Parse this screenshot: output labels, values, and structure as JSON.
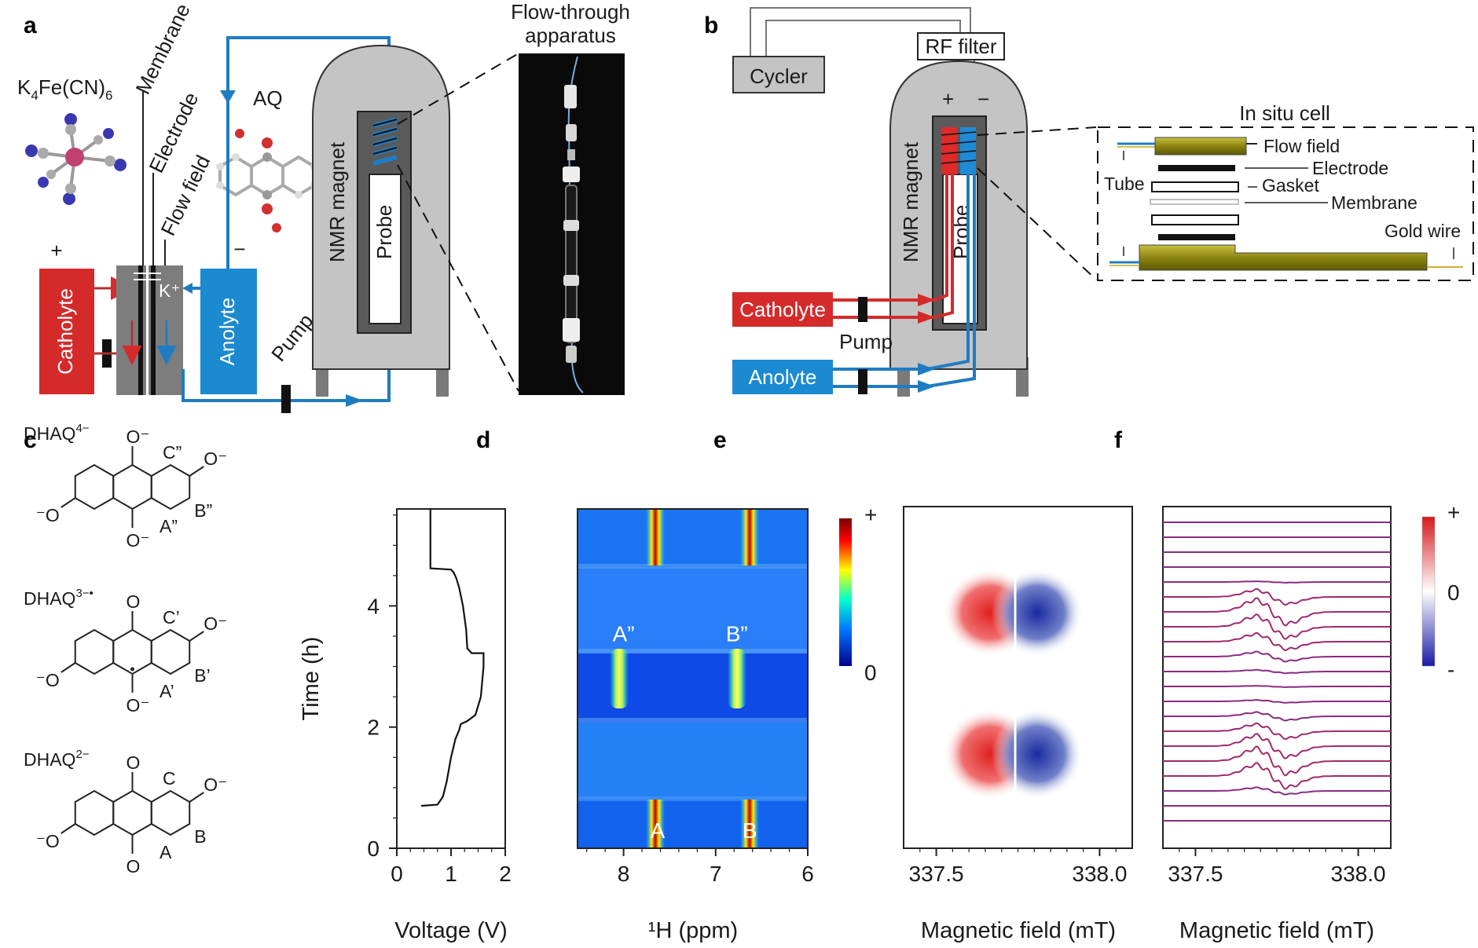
{
  "panels": {
    "a": {
      "label": "a",
      "top_left_formula_base": "K",
      "top_left_formula_sub1": "4",
      "top_left_formula_mid": "Fe(CN)",
      "top_left_formula_sub2": "6",
      "aq": "AQ",
      "membrane": "Membrane",
      "electrode": "Electrode",
      "flow_field": "Flow field",
      "plus": "+",
      "minus": "−",
      "catholyte": "Catholyte",
      "anolyte": "Anolyte",
      "k_ion": "K⁺",
      "pump": "Pump",
      "magnet": "NMR magnet",
      "probe": "Probe",
      "apparatus_line1": "Flow-through",
      "apparatus_line2": "apparatus"
    },
    "b": {
      "label": "b",
      "cycler": "Cycler",
      "rf_filter": "RF filter",
      "plus": "+",
      "minus": "−",
      "magnet": "NMR magnet",
      "probe": "Probe",
      "catholyte": "Catholyte",
      "anolyte": "Anolyte",
      "pump": "Pump",
      "in_situ_cell": "In situ cell",
      "flow_field": "Flow field",
      "electrode": "Electrode",
      "tube": "Tube",
      "gasket": "Gasket",
      "membrane": "Membrane",
      "gold_wire": "Gold wire"
    },
    "c": {
      "label": "c",
      "species": [
        {
          "name": "DHAQ",
          "charge": "4−",
          "c": "C”",
          "b": "B”",
          "a": "A”"
        },
        {
          "name": "DHAQ",
          "charge": "3−•",
          "c": "C’",
          "b": "B’",
          "a": "A’"
        },
        {
          "name": "DHAQ",
          "charge": "2−",
          "c": "C",
          "b": "B",
          "a": "A"
        }
      ],
      "o_minus": "O⁻",
      "o": "O",
      "minus_o": "⁻O"
    },
    "d": {
      "label": "d"
    },
    "e": {
      "label": "e"
    },
    "f": {
      "label": "f"
    }
  },
  "chart_data": [
    {
      "type": "line",
      "panel": "d",
      "xlabel": "Voltage (V)",
      "ylabel": "Time (h)",
      "xlim": [
        0,
        2
      ],
      "ylim": [
        0,
        5.6
      ],
      "xticks": [
        "0",
        "1",
        "2"
      ],
      "yticks": [
        "0",
        "2",
        "4"
      ],
      "series": [
        {
          "x": [
            0.45,
            0.75,
            0.85,
            0.92,
            1.0,
            1.08,
            1.15,
            1.18,
            1.3,
            1.45,
            1.55,
            1.6,
            1.6,
            1.38,
            1.3,
            1.28,
            1.22,
            1.15,
            1.1,
            1.05,
            1.0,
            0.62,
            0.62
          ],
          "y": [
            0.7,
            0.72,
            0.85,
            1.1,
            1.5,
            1.8,
            1.95,
            2.05,
            2.1,
            2.2,
            2.5,
            3.0,
            3.22,
            3.22,
            3.3,
            3.6,
            4.0,
            4.3,
            4.45,
            4.55,
            4.6,
            4.62,
            5.6
          ]
        }
      ]
    },
    {
      "type": "heatmap",
      "panel": "e",
      "xlabel": "¹H (ppm)",
      "ylabel": "",
      "xlim": [
        8.5,
        6
      ],
      "ylim": [
        0,
        5.6
      ],
      "xticks": [
        "8",
        "7",
        "6"
      ],
      "colorbar": {
        "max_label": "+",
        "min_label": "0"
      },
      "peak_labels": [
        {
          "text": "A",
          "ppm": 7.63,
          "time": 0.35
        },
        {
          "text": "B",
          "ppm": 6.63,
          "time": 0.35
        },
        {
          "text": "A”",
          "ppm": 8.0,
          "time": 3.6
        },
        {
          "text": "B”",
          "ppm": 6.77,
          "time": 3.6
        }
      ]
    },
    {
      "type": "heatmap",
      "panel": "f-left",
      "xlabel": "Magnetic field (mT)",
      "ylabel": "",
      "xlim": [
        337.4,
        338.1
      ],
      "xticks": [
        "337.5",
        "338.0"
      ]
    },
    {
      "type": "line",
      "panel": "f-right",
      "xlabel": "Magnetic field (mT)",
      "ylabel": "",
      "xlim": [
        337.4,
        338.1
      ],
      "xticks": [
        "337.5",
        "338.0"
      ],
      "colorbar": {
        "max_label": "+",
        "mid_label": "0",
        "min_label": "-"
      },
      "trace_count": 21,
      "trace_amplitudes": [
        0,
        0,
        0,
        0,
        0.05,
        0.55,
        0.95,
        0.85,
        0.6,
        0.35,
        0.12,
        0.05,
        0.1,
        0.3,
        0.55,
        0.85,
        1.0,
        0.9,
        0.25,
        0,
        0
      ]
    }
  ]
}
